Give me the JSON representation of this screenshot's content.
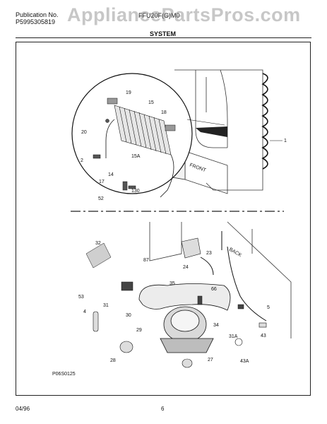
{
  "header": {
    "publication_label": "Publication No.",
    "publication_number": "P5995305819",
    "model": "FFU20F(G)M0",
    "section_title": "SYSTEM"
  },
  "watermark": "AppliancePartsPros.com",
  "diagram": {
    "callouts": [
      "19",
      "15",
      "18",
      "20",
      "15A",
      "2",
      "14",
      "17",
      "130",
      "52",
      "1",
      "FRONT",
      "32",
      "87",
      "23",
      "24",
      "BACK",
      "53",
      "35",
      "66",
      "31",
      "30",
      "4",
      "29",
      "34",
      "5",
      "31A",
      "43",
      "28",
      "27",
      "43A"
    ],
    "drawing_code": "P06S0125"
  },
  "footer": {
    "date": "04/96",
    "page": "6"
  }
}
